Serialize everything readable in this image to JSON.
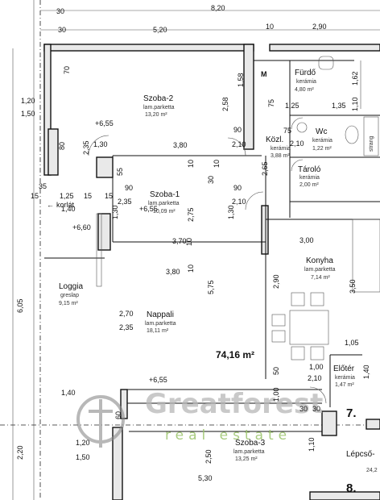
{
  "rooms": {
    "szoba2": {
      "name": "Szoba-2",
      "floor": "lam.parketta",
      "area": "13,20 m²"
    },
    "furdo": {
      "name": "Fürdő",
      "floor": "kerámia",
      "area": "4,80 m²"
    },
    "kozl": {
      "name": "Közl.",
      "floor": "kerámia",
      "area": "3,88 m²"
    },
    "wc": {
      "name": "Wc",
      "floor": "kerámia",
      "area": "1,22 m²"
    },
    "tarolo": {
      "name": "Tároló",
      "floor": "kerámia",
      "area": "2,00 m²"
    },
    "szoba1": {
      "name": "Szoba-1",
      "floor": "lam.parketta",
      "area": "10,09 m²"
    },
    "konyha": {
      "name": "Konyha",
      "floor": "lam.parketta",
      "area": "7,14 m²"
    },
    "loggia": {
      "name": "Loggia",
      "floor": "greslap",
      "area": "9,15 m²"
    },
    "nappali": {
      "name": "Nappali",
      "floor": "lam.parketta",
      "area": "18,11 m²"
    },
    "eloter": {
      "name": "Előtér",
      "floor": "kerámia",
      "area": "1,47 m²"
    },
    "szoba3": {
      "name": "Szoba-3",
      "floor": "lam.parketta",
      "area": "13,25 m²"
    },
    "lepcso": {
      "name": "Lépcső-",
      "area": "24,2"
    }
  },
  "total_area": "74,16 m²",
  "labels": {
    "korlat": "korlát",
    "m": "M",
    "strang": "strang",
    "unit7": "7.",
    "unit8": "8."
  },
  "levels": {
    "l1": "+6,55",
    "l2": "+6,55",
    "l3": "+6,60",
    "l4": "+6,55"
  },
  "dimensions": {
    "top_total": "8,20",
    "top_a": "30",
    "top_b": "30",
    "top_5_20": "5,20",
    "top_10": "10",
    "top_2_90": "2,90",
    "d_1_20": "1,20",
    "d_1_50": "1,50",
    "d_70": "70",
    "d_80": "80",
    "d_1_58": "1,58",
    "d_2_58": "2,58",
    "d_1_25": "1,25",
    "d_1_35": "1,35",
    "d_1_62": "1,62",
    "d_1_10": "1,10",
    "d_75a": "75",
    "d_75b": "75",
    "d_90a": "90",
    "d_2_10a": "2,10",
    "d_2_35a": "2,35",
    "d_1_30a": "1,30",
    "d_3_80a": "3,80",
    "d_10a": "10",
    "d_10b": "10",
    "d_2_10b": "2,10",
    "d_55": "55",
    "d_30a": "30",
    "d_2_65": "2,65",
    "d_2_75": "2,75",
    "d_90b": "90",
    "d_2_35b": "2,35",
    "d_90c": "90",
    "d_2_10c": "2,10",
    "d_35": "35",
    "d_1_25b": "1,25",
    "d_15a": "15",
    "d_15b": "15",
    "d_15c": "15",
    "d_1_40a": "1,40",
    "d_1_30b": "1,30",
    "d_3_70": "3,70",
    "d_1_30c": "1,30",
    "d_10c": "10",
    "d_3_00": "3,00",
    "d_6_05": "6,05",
    "d_3_80b": "3,80",
    "d_10d": "10",
    "d_5_75": "5,75",
    "d_2_90": "2,90",
    "d_3_50": "3,50",
    "d_2_70": "2,70",
    "d_2_35c": "2,35",
    "d_1_05": "1,05",
    "d_1_00a": "1,00",
    "d_50": "50",
    "d_1_00b": "1,00",
    "d_2_10d": "2,10",
    "d_1_40b": "1,40",
    "d_1_40c": "1,40",
    "d_2_20": "2,20",
    "d_1_20b": "1,20",
    "d_1_50b": "1,50",
    "d_60": "60",
    "d_2_50": "2,50",
    "d_5_30": "5,30",
    "d_30b": "30",
    "d_30c": "30",
    "d_1_10b": "1,10"
  },
  "watermark": {
    "brand": "Greatforest",
    "sub": "real estate"
  }
}
